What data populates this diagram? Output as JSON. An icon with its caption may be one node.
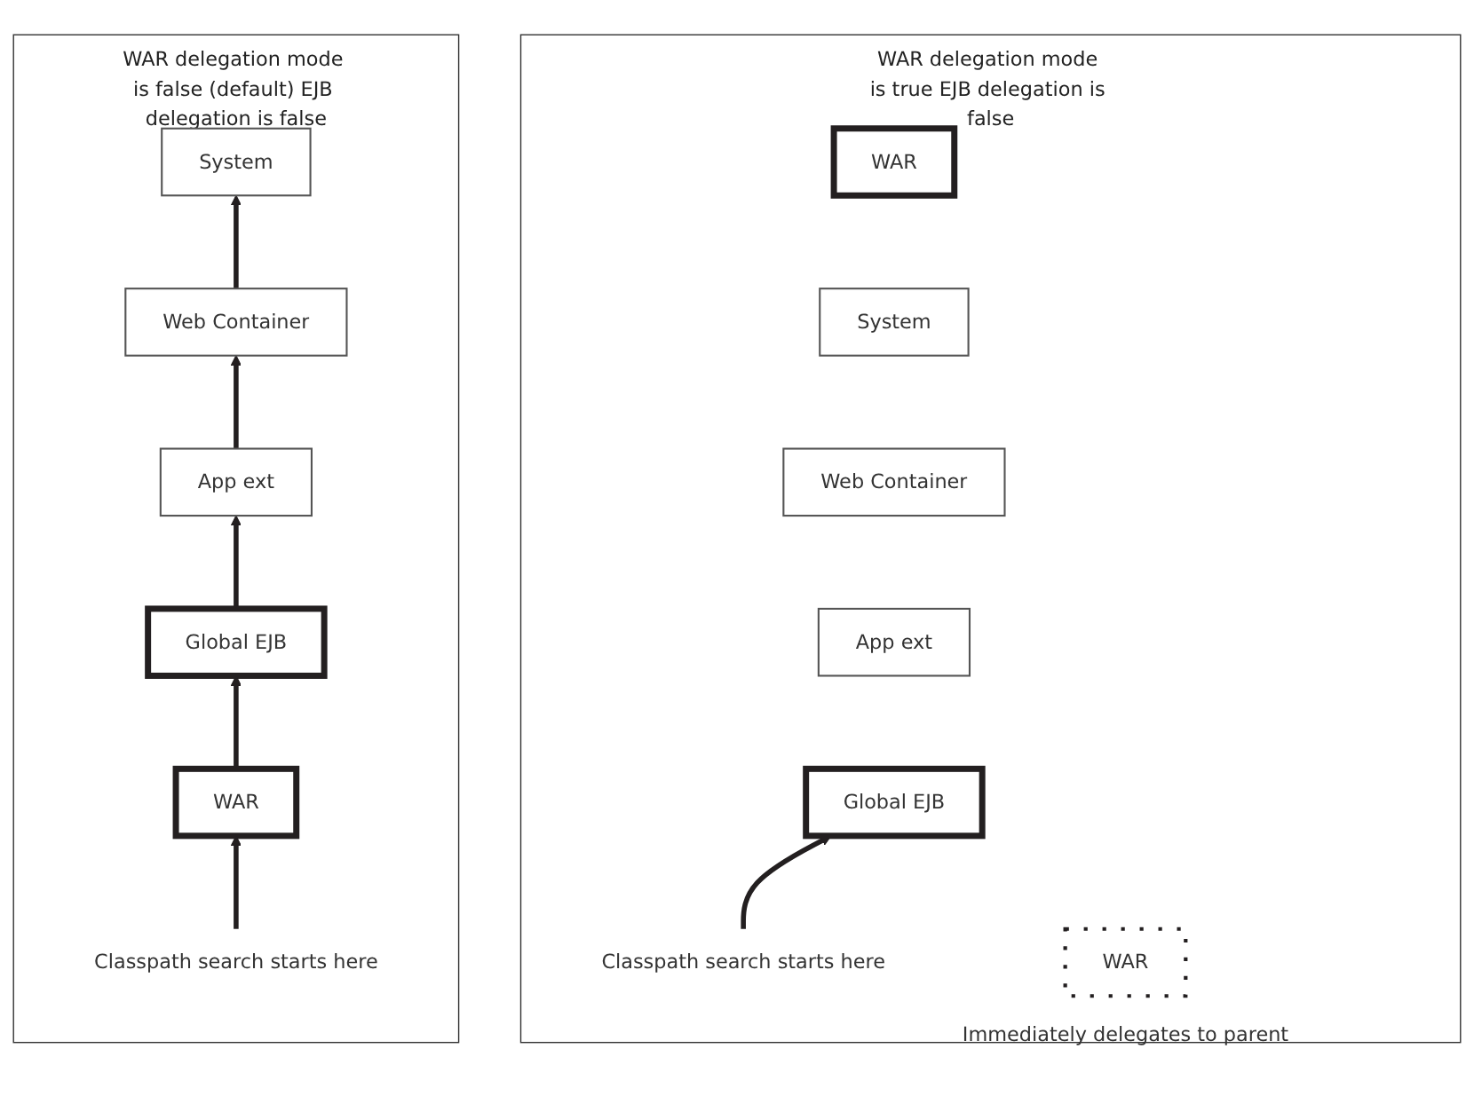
{
  "diagram": {
    "nodes": [
      {
        "text": [
          "WAR delegation mode is false (default) EJB delegation is false"
        ]
      },
      {
        "text": [
          "System"
        ],
        "in": 0
      },
      {
        "text": [
          "Web Container"
        ],
        "in": 0
      },
      {
        "text": [
          "App ext"
        ],
        "in": 0
      },
      {
        "text": [
          "Global EJB"
        ],
        "in": 0
      },
      {
        "text": [
          "WAR"
        ],
        "in": 0
      },
      {
        "text": [
          "Classpath search starts here"
        ],
        "in": 0
      },
      {
        "text": [
          "WAR delegation mode is true EJB delegation is false"
        ]
      },
      {
        "text": [
          "WAR"
        ],
        "in": 7
      },
      {
        "text": [
          "System"
        ],
        "in": 7
      },
      {
        "text": [
          "Web Container"
        ],
        "in": 7
      },
      {
        "text": [
          "App ext"
        ],
        "in": 7
      },
      {
        "text": [
          "Global EJB"
        ],
        "in": 7
      },
      {
        "text": [
          "Classpath search starts here"
        ],
        "in": 7
      },
      {
        "text": [
          "WAR"
        ],
        "in": 7,
        "beside": [
          "Immediately delegates to parent"
        ]
      }
    ],
    "edges": [
      {
        "from": 6,
        "to": 5,
        "arrow": "to"
      },
      {
        "from": 5,
        "to": 4,
        "arrow": "to"
      },
      {
        "from": 4,
        "to": 3,
        "arrow": "to"
      },
      {
        "from": 3,
        "to": 2,
        "arrow": "to"
      },
      {
        "from": 2,
        "to": 1,
        "arrow": "to"
      },
      {
        "from": 13,
        "to": 12,
        "arrow": "to"
      }
    ]
  }
}
